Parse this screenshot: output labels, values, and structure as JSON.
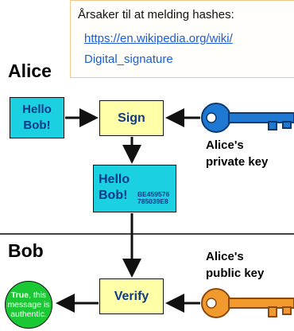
{
  "note": {
    "title": "Årsaker til at melding hashes:",
    "link_line1": "https://en.wikipedia.org/wiki/",
    "link_line2": "Digital_signature"
  },
  "actors": {
    "alice": "Alice",
    "bob": "Bob"
  },
  "boxes": {
    "message_line1": "Hello",
    "message_line2": "Bob!",
    "sign": "Sign",
    "signed_line1": "Hello",
    "signed_line2": "Bob!",
    "hash_line1": "BE459576",
    "hash_line2": "785039E8",
    "verify": "Verify"
  },
  "keys": {
    "private_line1": "Alice's",
    "private_line2": "private key",
    "public_line1": "Alice's",
    "public_line2": "public key"
  },
  "result": {
    "bold": "True",
    "rest": ", this message is authentic."
  },
  "colors": {
    "private_key": "#1f78d1",
    "public_key": "#f29a2e",
    "message_box": "#1bd1e1",
    "process_box": "#ffffa8",
    "result": "#19c832"
  }
}
